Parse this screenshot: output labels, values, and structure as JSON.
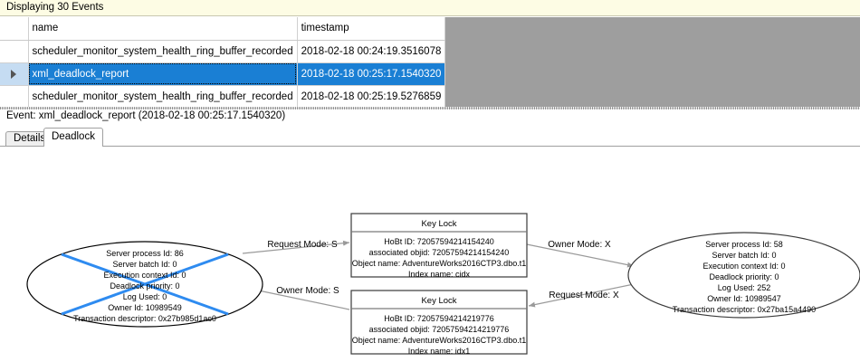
{
  "banner": {
    "text": "Displaying 30 Events"
  },
  "grid": {
    "columns": [
      "",
      "name",
      "timestamp"
    ],
    "rows": [
      {
        "selector": "",
        "name": "scheduler_monitor_system_health_ring_buffer_recorded",
        "timestamp": "2018-02-18 00:24:19.3516078",
        "selected": false
      },
      {
        "selector": "row-selector-arrow",
        "name": "xml_deadlock_report",
        "timestamp": "2018-02-18 00:25:17.1540320",
        "selected": true
      },
      {
        "selector": "",
        "name": "scheduler_monitor_system_health_ring_buffer_recorded",
        "timestamp": "2018-02-18 00:25:19.5276859",
        "selected": false
      }
    ]
  },
  "event_header": {
    "text": "Event: xml_deadlock_report (2018-02-18 00:25:17.1540320)"
  },
  "tabs": [
    {
      "label": "Details",
      "active": false
    },
    {
      "label": "Deadlock",
      "active": true
    }
  ],
  "colors": {
    "selection_blue": "#1a7fd4",
    "victim_x": "#2e8bf0",
    "banner_bg": "#fdfce4",
    "grid_filler": "#9e9e9e"
  },
  "deadlock_graph": {
    "processes": [
      {
        "id": "process-left",
        "victim": true,
        "lines": [
          "Server process Id: 86",
          "Server batch Id: 0",
          "Execution context Id: 0",
          "Deadlock priority: 0",
          "Log Used: 0",
          "Owner Id: 10989549",
          "Transaction descriptor: 0x27b985d1ac0"
        ]
      },
      {
        "id": "process-right",
        "victim": false,
        "lines": [
          "Server process Id: 58",
          "Server batch Id: 0",
          "Execution context Id: 0",
          "Deadlock priority: 0",
          "Log Used: 252",
          "Owner Id: 10989547",
          "Transaction descriptor: 0x27ba15a4490"
        ]
      }
    ],
    "resources": [
      {
        "id": "keylock-top",
        "title": "Key Lock",
        "lines": [
          "HoBt ID: 72057594214154240",
          "associated objid: 72057594214154240",
          "Object name: AdventureWorks2016CTP3.dbo.t1",
          "Index name: cidx"
        ]
      },
      {
        "id": "keylock-bottom",
        "title": "Key Lock",
        "lines": [
          "HoBt ID: 72057594214219776",
          "associated objid: 72057594214219776",
          "Object name: AdventureWorks2016CTP3.dbo.t1",
          "Index name: idx1"
        ]
      }
    ],
    "edges": [
      {
        "id": "edge-left-request",
        "label": "Request Mode: S"
      },
      {
        "id": "edge-right-owner",
        "label": "Owner Mode: X"
      },
      {
        "id": "edge-left-owner",
        "label": "Owner Mode: S"
      },
      {
        "id": "edge-right-request",
        "label": "Request Mode: X"
      }
    ]
  }
}
